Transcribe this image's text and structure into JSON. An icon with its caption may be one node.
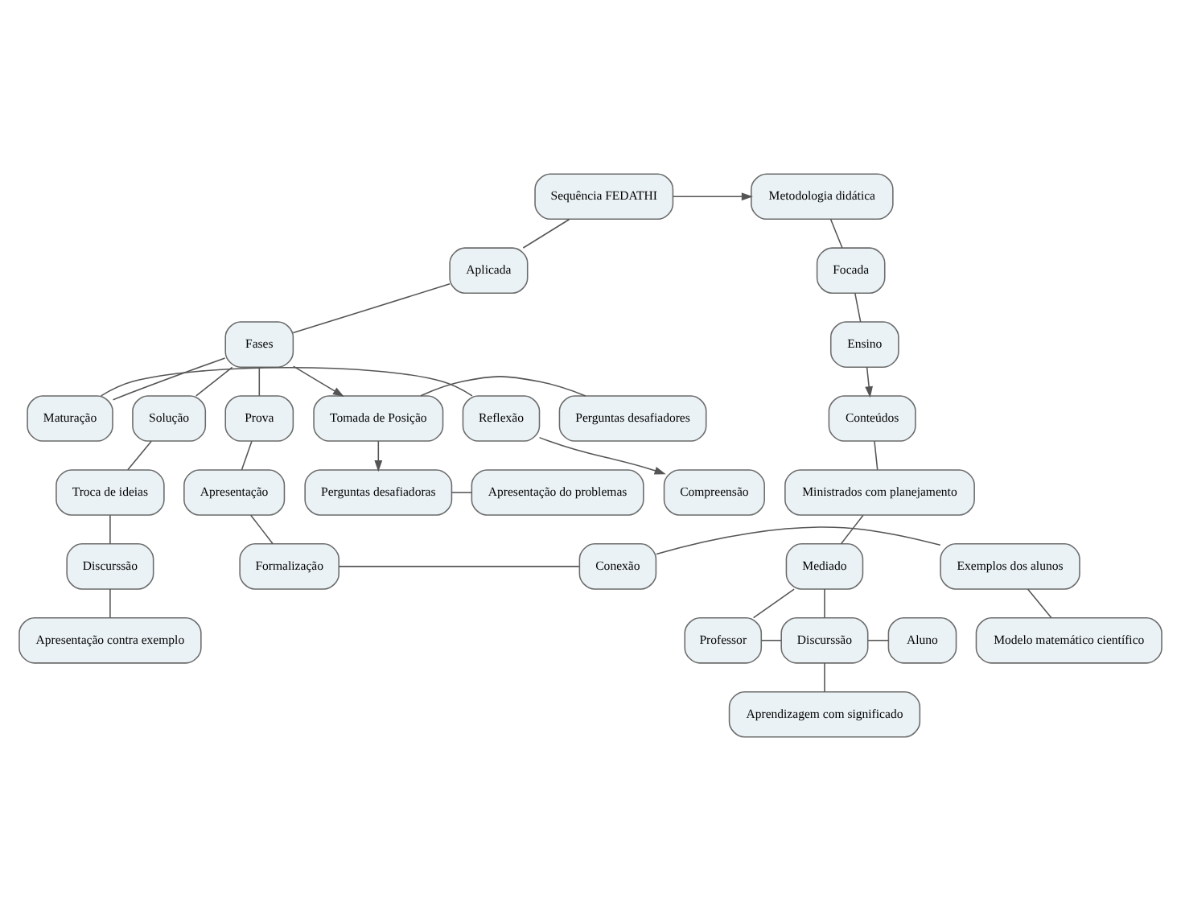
{
  "diagram": {
    "nodes": [
      {
        "text": [
          "Metodologia didática"
        ]
      },
      {
        "text": [
          "Sequência FEDATHI"
        ]
      },
      {
        "text": [
          "Perguntas desafiadoras"
        ]
      },
      {
        "text": [
          "Apresentação do problemas"
        ]
      },
      {
        "text": [
          "Focada"
        ]
      },
      {
        "text": [
          "Aplicada"
        ]
      },
      {
        "text": [
          "Tomada de Posição"
        ]
      },
      {
        "text": [
          "Perguntas desafiadores"
        ]
      },
      {
        "text": [
          "Conteúdos"
        ]
      },
      {
        "text": [
          "Ensino"
        ]
      },
      {
        "text": [
          "Fases"
        ]
      },
      {
        "text": [
          "Maturação"
        ]
      },
      {
        "text": [
          "Reflexão"
        ]
      },
      {
        "text": [
          "Compreensão"
        ]
      },
      {
        "text": [
          "Solução"
        ]
      },
      {
        "text": [
          "Ministrados com planejamento"
        ]
      },
      {
        "text": [
          "Prova"
        ]
      },
      {
        "text": [
          "Troca de ideias"
        ]
      },
      {
        "text": [
          "Mediado"
        ]
      },
      {
        "text": [
          "Professor"
        ]
      },
      {
        "text": [
          "Discurssão"
        ]
      },
      {
        "text": [
          "Aluno"
        ]
      },
      {
        "text": [
          "Apresentação"
        ]
      },
      {
        "text": [
          "Discurssão"
        ]
      },
      {
        "text": [
          "Apresentação contra exemplo"
        ]
      },
      {
        "text": [
          "Aprendizagem com significado"
        ]
      },
      {
        "text": [
          "Formalização"
        ]
      },
      {
        "text": [
          "Conexão"
        ]
      },
      {
        "text": [
          "Exemplos dos alunos"
        ]
      },
      {
        "text": [
          "Modelo matemático científico"
        ]
      }
    ],
    "edges": [
      {
        "from": 1,
        "to": 0,
        "arrow": "to"
      },
      {
        "from": 0,
        "to": 4,
        "arrow": "none"
      },
      {
        "from": 1,
        "to": 5,
        "arrow": "none"
      },
      {
        "from": 4,
        "to": 9,
        "arrow": "none"
      },
      {
        "from": 5,
        "to": 10,
        "arrow": "none"
      },
      {
        "from": 9,
        "to": 8,
        "arrow": "to"
      },
      {
        "from": 10,
        "to": 6,
        "arrow": "to"
      },
      {
        "from": 6,
        "to": 2,
        "arrow": "to"
      },
      {
        "from": 2,
        "to": 3,
        "arrow": "none"
      },
      {
        "from": 6,
        "to": 7,
        "arrow": "none"
      },
      {
        "from": 10,
        "to": 11,
        "arrow": "none"
      },
      {
        "from": 11,
        "to": 12,
        "arrow": "none"
      },
      {
        "from": 12,
        "to": 13,
        "arrow": "to"
      },
      {
        "from": 10,
        "to": 14,
        "arrow": "none"
      },
      {
        "from": 10,
        "to": 16,
        "arrow": "none"
      },
      {
        "from": 14,
        "to": 17,
        "arrow": "none"
      },
      {
        "from": 17,
        "to": 23,
        "arrow": "none"
      },
      {
        "from": 23,
        "to": 24,
        "arrow": "none"
      },
      {
        "from": 8,
        "to": 15,
        "arrow": "none"
      },
      {
        "from": 15,
        "to": 18,
        "arrow": "none"
      },
      {
        "from": 18,
        "to": 19,
        "arrow": "none"
      },
      {
        "from": 18,
        "to": 20,
        "arrow": "none"
      },
      {
        "from": 19,
        "to": 20,
        "arrow": "none"
      },
      {
        "from": 20,
        "to": 21,
        "arrow": "none"
      },
      {
        "from": 20,
        "to": 25,
        "arrow": "none"
      },
      {
        "from": 16,
        "to": 22,
        "arrow": "none"
      },
      {
        "from": 22,
        "to": 26,
        "arrow": "none"
      },
      {
        "from": 26,
        "to": 27,
        "arrow": "none"
      },
      {
        "from": 27,
        "to": 28,
        "arrow": "none"
      },
      {
        "from": 28,
        "to": 29,
        "arrow": "none"
      }
    ]
  }
}
